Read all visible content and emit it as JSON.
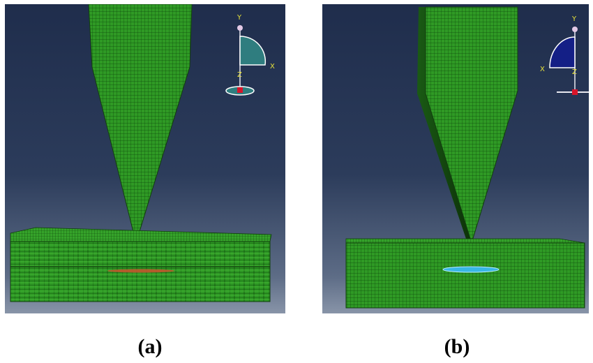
{
  "figure": {
    "panels": [
      {
        "id": "a",
        "caption": "(a)",
        "triad": {
          "y_label": "Y",
          "x_label": "X",
          "z_label": "Z"
        },
        "colors": {
          "mesh": "#2f9a25",
          "mesh_bright": "#49c437",
          "defect": "#c0562c"
        }
      },
      {
        "id": "b",
        "caption": "(b)",
        "triad": {
          "y_label": "Y",
          "x_label": "X",
          "z_label": "Z"
        },
        "colors": {
          "mesh": "#2f9a25",
          "mesh_bright": "#49c437",
          "defect": "#39b7e6"
        }
      }
    ]
  }
}
